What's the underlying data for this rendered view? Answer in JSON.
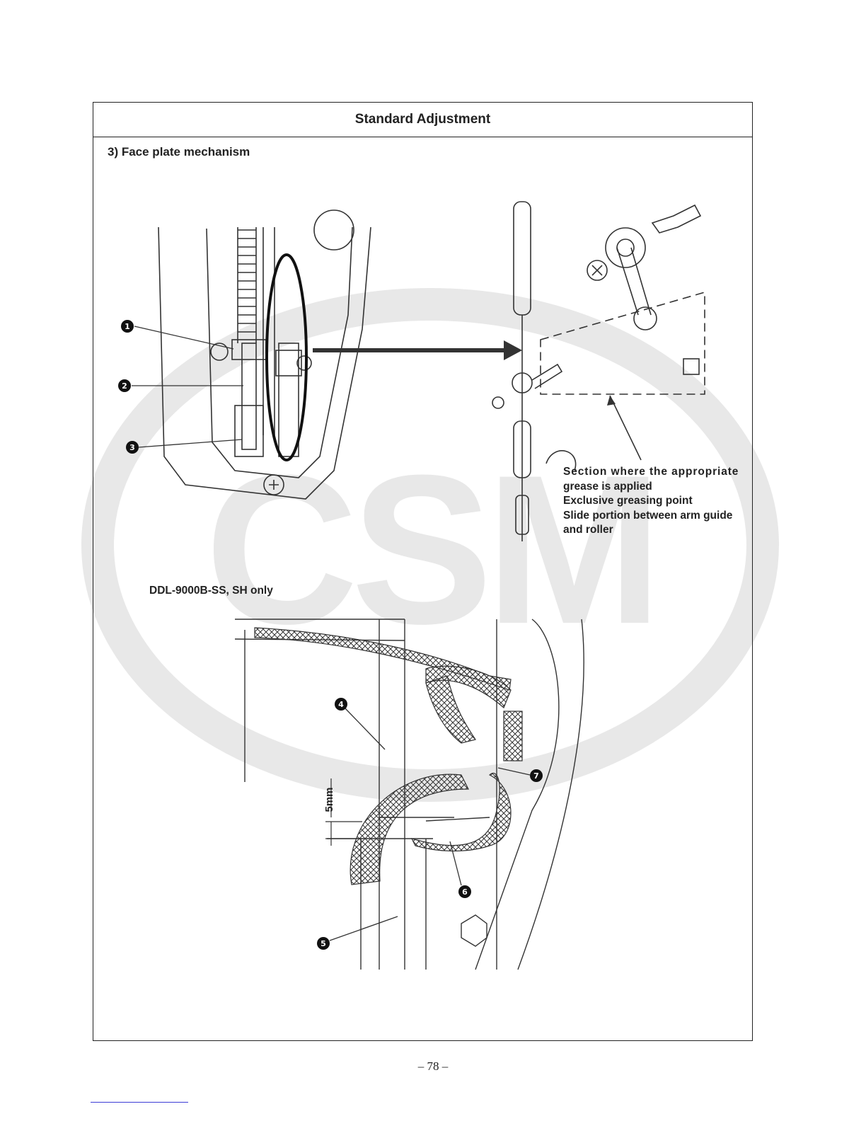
{
  "header": {
    "title": "Standard Adjustment"
  },
  "section": {
    "title": "3)   Face plate mechanism"
  },
  "grease_note": {
    "line1": "Section where the appropriate",
    "line2": "grease is applied",
    "line3": "Exclusive greasing point",
    "line4": "Slide portion between arm guide",
    "line5": "and roller"
  },
  "model_note": "DDL-9000B-SS, SH only",
  "dimension_label": "5mm",
  "callouts": [
    "1",
    "2",
    "3",
    "4",
    "5",
    "6",
    "7"
  ],
  "watermark": {
    "text": "CSM",
    "color": "#e6e6e6"
  },
  "page_number": "– 78 –"
}
